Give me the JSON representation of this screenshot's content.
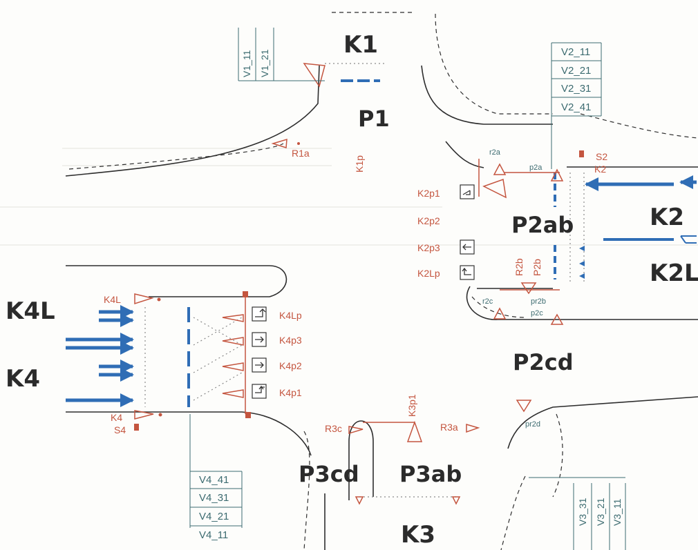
{
  "approaches": {
    "k1": "K1",
    "k2": "K2",
    "k2l": "K2L",
    "k3": "K3",
    "k4": "K4",
    "k4l": "K4L"
  },
  "crossings": {
    "p1": "P1",
    "p2ab": "P2ab",
    "p2cd": "P2cd",
    "p3cd": "P3cd",
    "p3ab": "P3ab"
  },
  "detectors": {
    "v1": [
      "V1_11",
      "V1_21"
    ],
    "v2": [
      "V2_11",
      "V2_21",
      "V2_31",
      "V2_41"
    ],
    "v3": [
      "V3_31",
      "V3_21",
      "V3_11"
    ],
    "v4": [
      "V4_41",
      "V4_31",
      "V4_21",
      "V4_11"
    ]
  },
  "signals": {
    "r1a": "R1a",
    "k1p": "K1p",
    "r2a": "r2a",
    "s2": "S2",
    "p2a": "p2a",
    "k2_sig": "K2",
    "k2p1": "K2p1",
    "k2p2": "K2p2",
    "k2p3": "K2p3",
    "k2lp": "K2Lp",
    "r2b": "R2b",
    "p2b": "P2b",
    "r2c": "r2c",
    "pr2b": "pr2b",
    "p2c": "p2c",
    "k4l_sig": "K4L",
    "k4lp": "K4Lp",
    "k4p3": "K4p3",
    "k4p2": "K4p2",
    "k4p1": "K4p1",
    "k4_sig": "K4",
    "s4": "S4",
    "r3c": "R3c",
    "k3p1": "K3p1",
    "r3a": "R3a",
    "pr2d": "pr2d"
  },
  "colors": {
    "road": "#2d2d2d",
    "signal": "#c4553f",
    "lane_arrow": "#2f6db5",
    "detector": "#3c6b70"
  }
}
